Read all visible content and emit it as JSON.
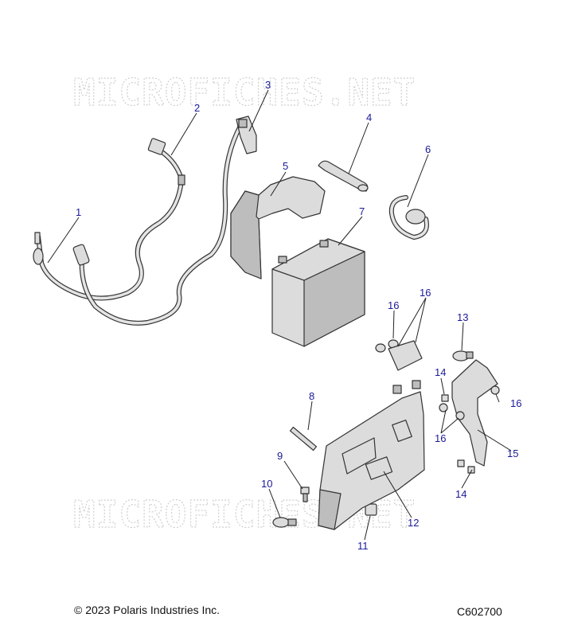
{
  "watermark": "MICROFICHES.NET",
  "callouts": {
    "c1": "1",
    "c2": "2",
    "c3": "3",
    "c4": "4",
    "c5": "5",
    "c6": "6",
    "c7": "7",
    "c8": "8",
    "c9": "9",
    "c10": "10",
    "c11": "11",
    "c12": "12",
    "c13": "13",
    "c14a": "14",
    "c14b": "14",
    "c15": "15",
    "c16a": "16",
    "c16b": "16",
    "c16c": "16",
    "c16d": "16"
  },
  "footer": {
    "copyright": "© 2023 Polaris Industries Inc.",
    "figure_id": "C602700"
  },
  "colors": {
    "callout": "#1a1a9a",
    "line": "#333333",
    "part_fill": "#dcdcdc"
  }
}
